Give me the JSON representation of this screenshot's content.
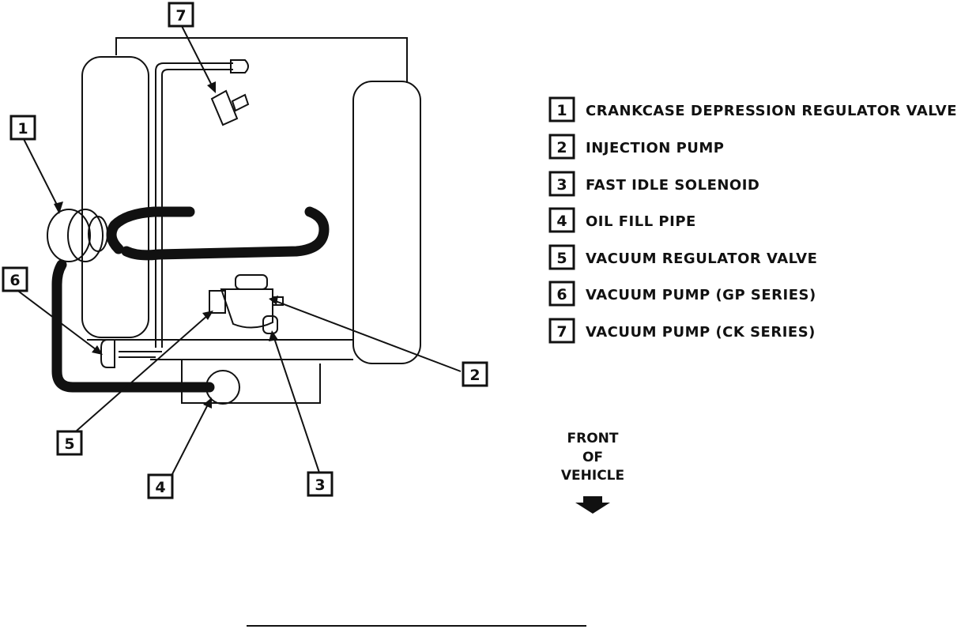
{
  "callouts": [
    {
      "id": "1",
      "number": "1",
      "label": "CRANKCASE DEPRESSION REGULATOR VALVE"
    },
    {
      "id": "2",
      "number": "2",
      "label": "INJECTION PUMP"
    },
    {
      "id": "3",
      "number": "3",
      "label": "FAST IDLE SOLENOID"
    },
    {
      "id": "4",
      "number": "4",
      "label": "OIL FILL PIPE"
    },
    {
      "id": "5",
      "number": "5",
      "label": "VACUUM REGULATOR VALVE"
    },
    {
      "id": "6",
      "number": "6",
      "label": "VACUUM PUMP (GP SERIES)"
    },
    {
      "id": "7",
      "number": "7",
      "label": "VACUUM PUMP (CK SERIES)"
    }
  ],
  "front_indicator": {
    "line1": "FRONT",
    "line2": "OF",
    "line3": "VEHICLE",
    "icon": "down-arrow-icon"
  },
  "colors": {
    "ink": "#111111",
    "paper": "#ffffff"
  }
}
